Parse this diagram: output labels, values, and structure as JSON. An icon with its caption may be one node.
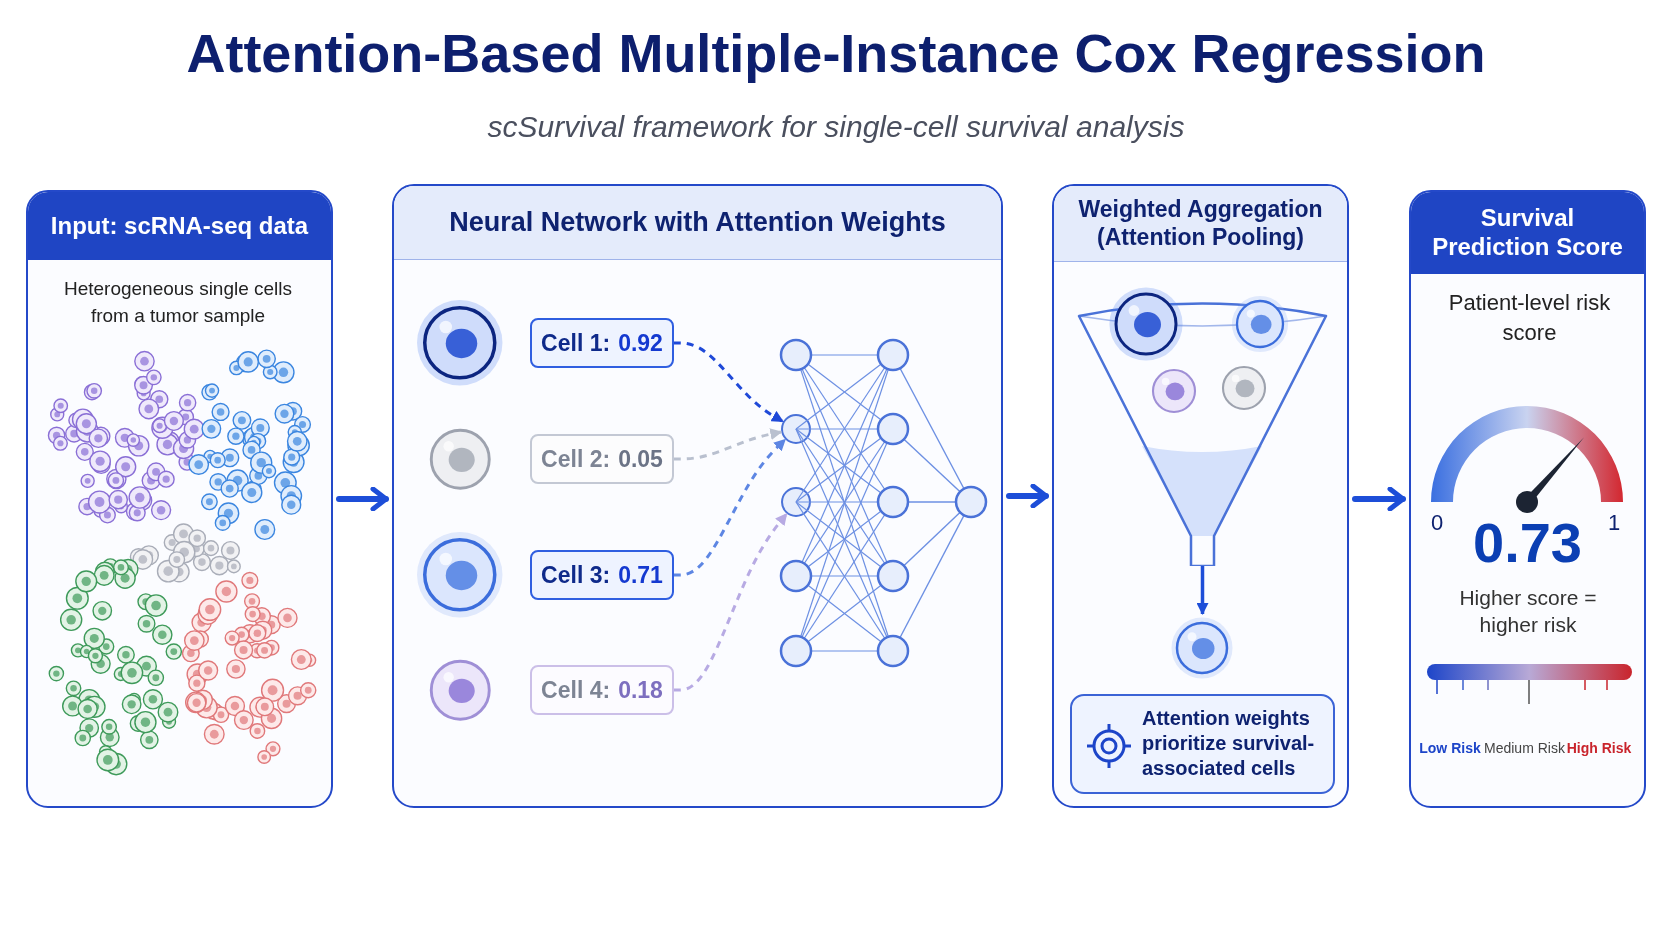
{
  "diagram": {
    "title": "Attention-Based Multiple-Instance Cox Regression",
    "nodes": [
      {
        "text": [
          "Input: scRNA-seq data",
          "Heterogeneous single cells from a tumor sample"
        ]
      },
      {
        "text": [
          "Neural Network with Attention Weights"
        ]
      },
      {
        "text": [
          "Cell 1: **0.92**"
        ],
        "in": 1
      },
      {
        "text": [
          "Cell 2: **0.05**"
        ],
        "in": 1
      },
      {
        "text": [
          "Cell 3: **0.71**"
        ],
        "in": 1
      },
      {
        "text": [
          "Cell 4: **0.18**"
        ],
        "in": 1
      },
      {
        "text": [],
        "shape": "circle",
        "in": 1
      },
      {
        "text": [],
        "shape": "circle",
        "in": 1
      },
      {
        "text": [
          "Weighted Aggregation (Attention Pooling)"
        ]
      },
      {
        "text": [
          "Attention weights prioritize survival-associated cells"
        ],
        "in": 8
      },
      {
        "text": [
          "Survival Prediction Score",
          "Patient-level risk score",
          "0.73",
          "Higher score = higher risk"
        ]
      },
      {
        "text": [],
        "shape": "picture",
        "in": 8
      },
      {
        "text": [],
        "shape": "circle",
        "in": 8
      }
    ],
    "edges": [
      {
        "from": 0,
        "to": 1,
        "arrow": "to",
        "style": "thick"
      },
      {
        "from": 1,
        "to": 8,
        "arrow": "to",
        "style": "thick"
      },
      {
        "from": 8,
        "to": 10,
        "arrow": "to",
        "style": "thick"
      },
      {
        "from": 2,
        "to": 6,
        "arrow": "to",
        "style": "dashed",
        "color": "#1f49d8"
      },
      {
        "from": 3,
        "to": 6,
        "arrow": "to",
        "style": "dashed",
        "color": "#b9c0cf"
      },
      {
        "from": 4,
        "to": 6,
        "arrow": "to",
        "style": "dashed",
        "color": "#5d86e3"
      },
      {
        "from": 5,
        "to": 7,
        "arrow": "to",
        "style": "dashed",
        "color": "#b7aae3"
      },
      {
        "from": 11,
        "to": 12,
        "arrow": "to"
      }
    ],
    "labels": [
      "scSurvival framework for single-cell survival analysis",
      "0",
      "1",
      "Low Risk",
      "Medium Risk",
      "High Risk"
    ]
  }
}
